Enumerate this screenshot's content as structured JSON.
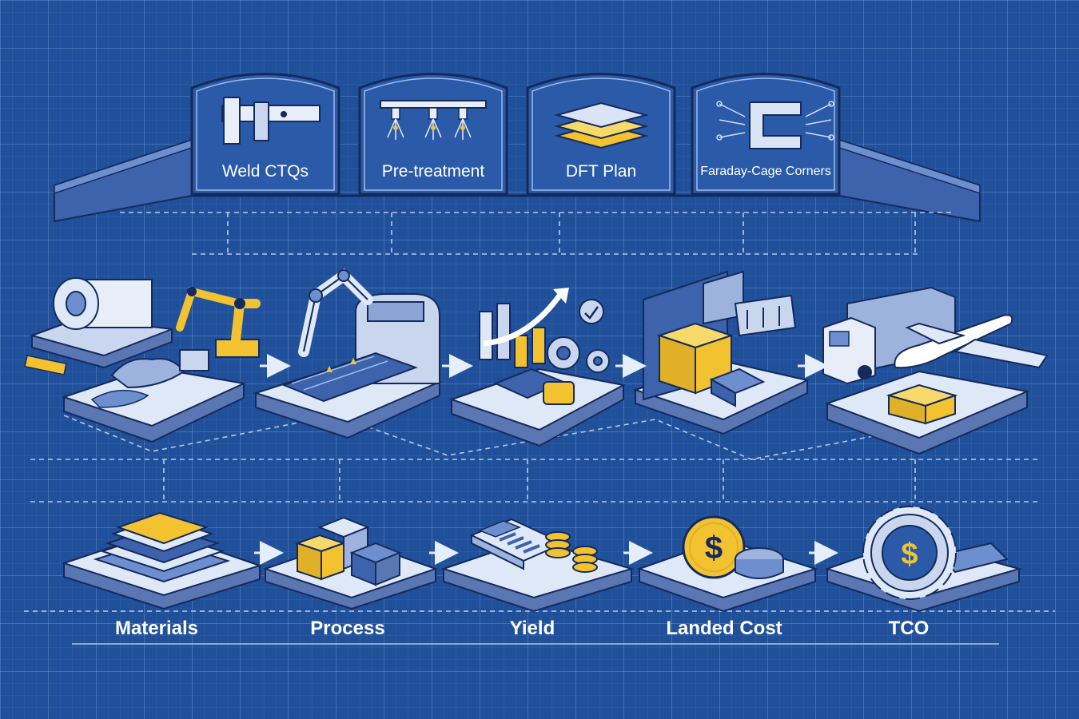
{
  "colors": {
    "background": "#21509b",
    "line": "#cfe0f7",
    "platform_top": "#dfe8f6",
    "platform_side": "#5a77b3",
    "accent_gold": "#f2c230",
    "dark_outline": "#142a5c"
  },
  "top_panels": [
    {
      "label": "Weld CTQs",
      "icon": "caliper-icon"
    },
    {
      "label": "Pre-treatment",
      "icon": "spray-nozzles-icon"
    },
    {
      "label": "DFT Plan",
      "icon": "coating-layers-icon"
    },
    {
      "label": "Faraday-Cage Corners",
      "icon": "corner-bracket-icon"
    }
  ],
  "process_stages": [
    {
      "icon": "steel-coil-robot-arm-icon"
    },
    {
      "icon": "robotic-welding-cell-icon"
    },
    {
      "icon": "growth-chart-gears-icon"
    },
    {
      "icon": "packaged-goods-warehouse-icon"
    },
    {
      "icon": "truck-airplane-shipping-icon"
    }
  ],
  "cost_stages": [
    {
      "label": "Materials",
      "icon": "stacked-sheets-icon"
    },
    {
      "label": "Process",
      "icon": "boxes-icon"
    },
    {
      "label": "Yield",
      "icon": "calculator-coins-icon"
    },
    {
      "label": "Landed Cost",
      "icon": "dollar-coin-icon"
    },
    {
      "label": "TCO",
      "icon": "dollar-gear-icon"
    }
  ]
}
